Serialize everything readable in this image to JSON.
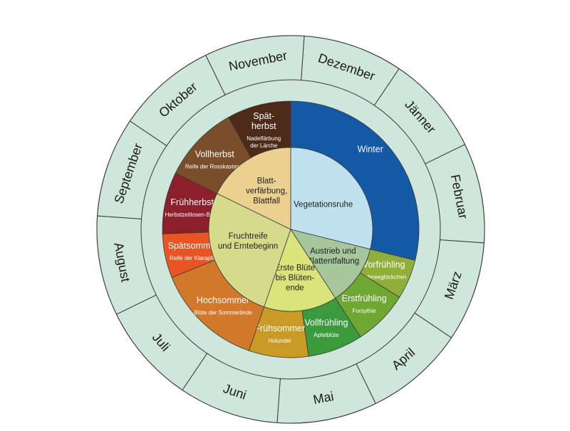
{
  "colors": {
    "month_ring": "#cfe6da",
    "stroke": "#3a3a3a"
  },
  "months": [
    {
      "name": "Dezember"
    },
    {
      "name": "Jänner"
    },
    {
      "name": "Februar"
    },
    {
      "name": "März"
    },
    {
      "name": "April"
    },
    {
      "name": "Mai"
    },
    {
      "name": "Juni"
    },
    {
      "name": "Juli"
    },
    {
      "name": "August"
    },
    {
      "name": "September"
    },
    {
      "name": "Oktober"
    },
    {
      "name": "November"
    }
  ],
  "phases": [
    {
      "id": "winter",
      "name": "Winter",
      "sub": "",
      "color": "#1459a6",
      "start": 0,
      "end": 104,
      "dark": false
    },
    {
      "id": "vorfruehling",
      "name": "Vorfrühling",
      "sub": "Schneeglöckchen",
      "color": "#8faf3a",
      "start": 104,
      "end": 122,
      "dark": false
    },
    {
      "id": "erstfruehling",
      "name": "Erstfrühling",
      "sub": "Forsythie",
      "color": "#6ea832",
      "start": 122,
      "end": 147,
      "dark": false
    },
    {
      "id": "vollfruehling",
      "name": "Vollfrühling",
      "sub": "Apfelblüte",
      "color": "#3a9a3c",
      "start": 147,
      "end": 172,
      "dark": false
    },
    {
      "id": "fruehsommer",
      "name": "Frühsommer",
      "sub": "Holunder",
      "color": "#c99a26",
      "start": 172,
      "end": 199,
      "dark": false
    },
    {
      "id": "hochsommer",
      "name": "Hochsommer",
      "sub": "Blüte der Sommerlinde",
      "color": "#d1782a",
      "start": 199,
      "end": 248,
      "dark": false
    },
    {
      "id": "spaetsommer",
      "name": "Spätsommer",
      "sub": "Reife der Klarapfel",
      "color": "#ea5424",
      "start": 248,
      "end": 268,
      "dark": false
    },
    {
      "id": "fruehherbst",
      "name": "Frühherbst",
      "sub": "Herbstzeitlosen-Blüte",
      "color": "#8c1f2a",
      "start": 268,
      "end": 296,
      "dark": false
    },
    {
      "id": "vollherbst",
      "name": "Vollherbst",
      "sub": "Reife der Rosskastanie",
      "color": "#7a4e2a",
      "start": 296,
      "end": 331,
      "dark": false
    },
    {
      "id": "spaetherbst",
      "name": "Spät-\nherbst",
      "sub": "Nadelfärbung\nder Lärche",
      "color": "#4d2b18",
      "start": 331,
      "end": 360,
      "dark": false
    }
  ],
  "inner": [
    {
      "id": "vegetationsruhe",
      "label": "Vegetationsruhe",
      "color": "#bfe0ef",
      "start": 0,
      "end": 104
    },
    {
      "id": "austrieb",
      "label": "Austrieb und\nBlattentfaltung",
      "color": "#a6c79c",
      "start": 104,
      "end": 147
    },
    {
      "id": "bluete",
      "label": "Erste Blüte\nbis Blüten-\nende",
      "color": "#d9e47a",
      "start": 147,
      "end": 199
    },
    {
      "id": "fruchtreife",
      "label": "Fruchtreife\nund Erntebeginn",
      "color": "#d5db8a",
      "start": 199,
      "end": 296
    },
    {
      "id": "blattfall",
      "label": "Blatt-\nverfärbung,\nBlattfall",
      "color": "#ecd08f",
      "start": 296,
      "end": 360
    }
  ]
}
